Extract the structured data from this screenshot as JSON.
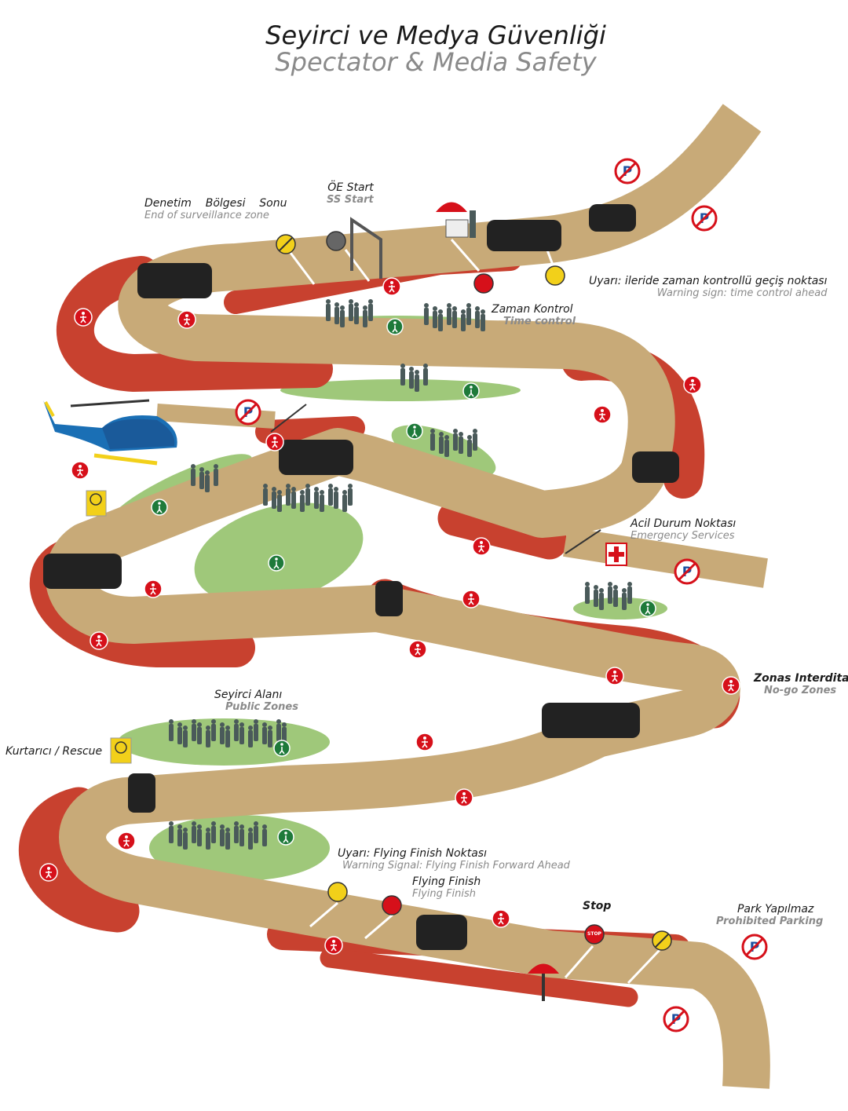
{
  "title": {
    "tr": "Seyirci ve Medya Güvenliği",
    "en": "Spectator & Media Safety"
  },
  "labels": {
    "surveillance_end": {
      "tr1": "Denetim",
      "tr2": "Bölgesi",
      "tr3": "Sonu",
      "en": "End of surveillance zone"
    },
    "ss_start": {
      "tr": "ÖE Start",
      "en": "SS Start"
    },
    "time_control_warning": {
      "tr": "Uyarı: ileride zaman kontrollü geçiş noktası",
      "en": "Warning sign: time control ahead"
    },
    "time_control": {
      "tr": "Zaman Kontrol",
      "en": "Time control"
    },
    "emergency": {
      "tr": "Acil Durum Noktası",
      "en": "Emergency Services"
    },
    "no_go": {
      "tr": "Zonas Interditas",
      "en": "No-go Zones"
    },
    "public_zones": {
      "tr": "Seyirci Alanı",
      "en": "Public Zones"
    },
    "rescue": {
      "tr": "Kurtarıcı / Rescue"
    },
    "flying_finish_warning": {
      "tr": "Uyarı: Flying Finish Noktası",
      "en": "Warning Signal: Flying Finish Forward Ahead"
    },
    "flying_finish": {
      "tr": "Flying Finish",
      "en": "Flying Finish"
    },
    "stop": {
      "tr": "Stop",
      "sign": "STOP"
    },
    "no_parking": {
      "tr": "Park Yapılmaz",
      "en": "Prohibited Parking"
    }
  },
  "colors": {
    "track": "#c8aa78",
    "nogo": "#c8412f",
    "public": "#9fc87a",
    "people": "#4a5a5a",
    "accent_red": "#d6101a"
  }
}
